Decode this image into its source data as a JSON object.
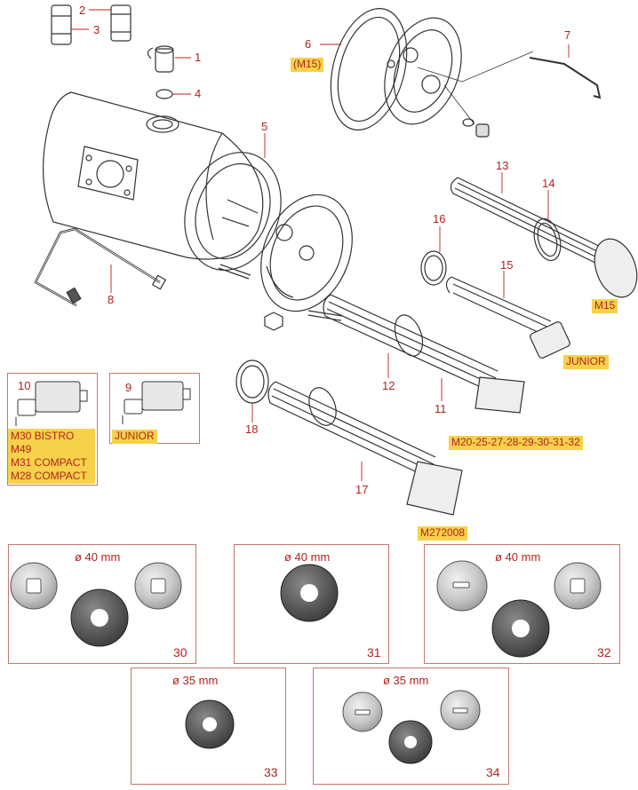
{
  "callouts": [
    "1",
    "2",
    "3",
    "4",
    "5",
    "6",
    "7",
    "8",
    "9",
    "10",
    "11",
    "12",
    "13",
    "14",
    "15",
    "16",
    "17",
    "18"
  ],
  "tags": {
    "m15_top": "(M15)",
    "m15": "M15",
    "junior_right": "JUNIOR",
    "junior_left": "JUNIOR",
    "m_series": "M20-25-27-28-29-30-31-32",
    "code": "M272008",
    "models_left": [
      "M30 BISTRO",
      "M49",
      "M31 COMPACT",
      "M28 COMPACT"
    ]
  },
  "boxes": [
    {
      "dim": "ø 40 mm",
      "num": "30"
    },
    {
      "dim": "ø 40 mm",
      "num": "31"
    },
    {
      "dim": "ø 40 mm",
      "num": "32"
    },
    {
      "dim": "ø 35 mm",
      "num": "33"
    },
    {
      "dim": "ø 35 mm",
      "num": "34"
    }
  ],
  "colors": {
    "accent": "#b2221c",
    "highlight": "#f6d24a",
    "line": "#333333"
  }
}
